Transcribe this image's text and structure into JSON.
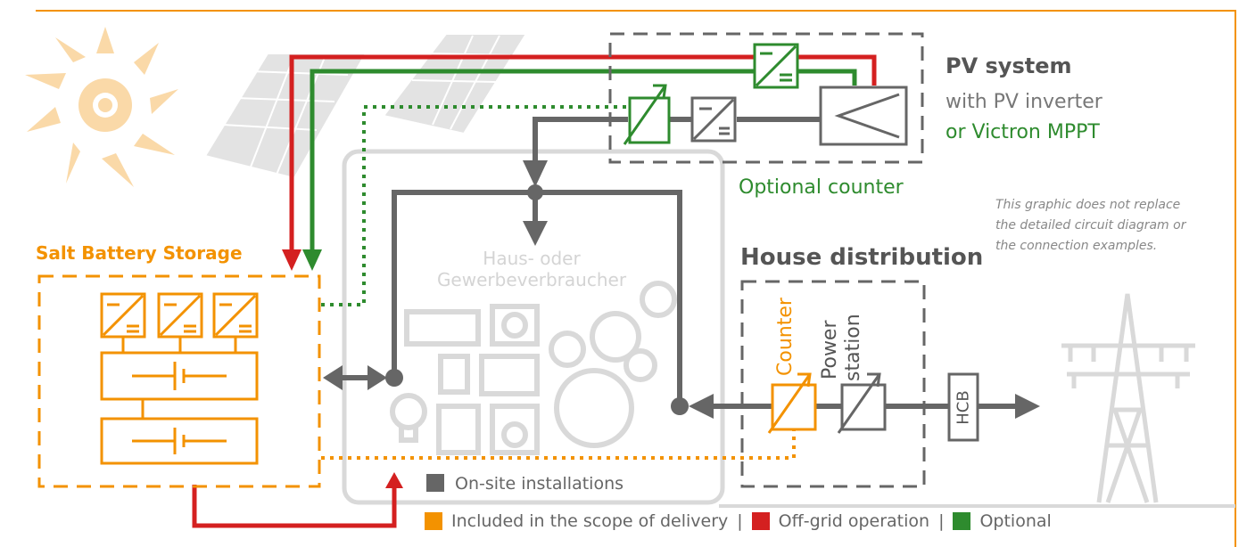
{
  "colors": {
    "orange": "#f39200",
    "red": "#d42020",
    "green": "#2e8b2e",
    "gray": "#666666",
    "lightgray": "#d9d9d9",
    "frame": "#f39200"
  },
  "pv_system": {
    "title": "PV system",
    "subtitle": "with PV inverter",
    "mppt": "or Victron MPPT"
  },
  "optional_counter": "Optional counter",
  "disclaimer": [
    "This graphic does not replace",
    "the detailed circuit diagram or",
    "the connection examples."
  ],
  "house_distribution": {
    "title": "House distribution",
    "counter": "Counter",
    "power_station_line1": "Power",
    "power_station_line2": "station",
    "hcb": "HCB"
  },
  "salt_battery": {
    "title": "Salt Battery Storage"
  },
  "consumer": {
    "line1": "Haus- oder",
    "line2": "Gewerbeverbraucher"
  },
  "onsite": "On-site installations",
  "legend": [
    {
      "label": "Included in the scope of delivery",
      "color": "#f39200"
    },
    {
      "label": "Off-grid operation",
      "color": "#d42020"
    },
    {
      "label": "Optional",
      "color": "#2e8b2e"
    }
  ],
  "legend_separator": "|",
  "icons": [
    "sun-icon",
    "solar-panel-icon",
    "inverter-icon",
    "battery-icon",
    "power-pylon-icon",
    "tv-icon",
    "washer-icon",
    "gear-icon",
    "lightbulb-icon"
  ]
}
